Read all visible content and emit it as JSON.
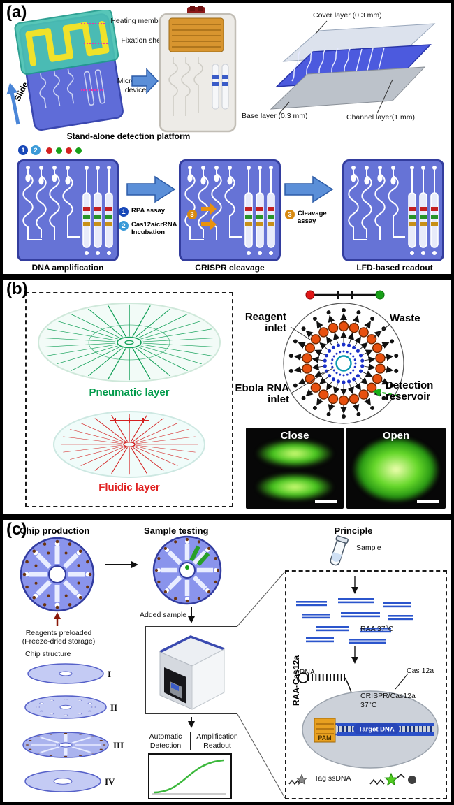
{
  "panel_a": {
    "tag": "(a)",
    "slide": "Slide",
    "heating": "Heating membrane",
    "fixation": "Fixation shell",
    "micro1": "Microfluidic",
    "micro2": "device",
    "platform": "Stand-alone detection platform",
    "cover": "Cover layer (0.3 mm)",
    "base": "Base layer (0.3 mm)",
    "channel": "Channel layer(1 mm)",
    "num1": "1",
    "num2": "2",
    "num3": "3",
    "rpa": "RPA assay",
    "cas_line1": "Cas12a/crRNA",
    "cas_line2": "Incubation",
    "cleavage_line1": "Cleavage",
    "cleavage_line2": "assay",
    "step1": "DNA amplification",
    "step2": "CRISPR cleavage",
    "step3": "LFD-based readout"
  },
  "panel_b": {
    "tag": "(b)",
    "pneumatic": "Pneumatic layer",
    "fluidic": "Fluidic layer",
    "reagent1": "Reagent",
    "reagent2": "inlet",
    "waste": "Waste",
    "ebola1": "Ebola RNA",
    "ebola2": "inlet",
    "det1": "Detection",
    "det2": "reservoir",
    "close": "Close",
    "open": "Open"
  },
  "panel_c": {
    "tag": "(c)",
    "col1": "Chip production",
    "col2": "Sample testing",
    "col3": "Principle",
    "reagents1": "Reagents preloaded",
    "reagents2": "(Freeze-dried storage)",
    "chip_structure": "Chip structure",
    "layers": [
      "I",
      "II",
      "III",
      "IV"
    ],
    "added_sample": "Added sample",
    "auto1": "Automatic",
    "auto2": "Detection",
    "amp1": "Amplification",
    "amp2": "Readout",
    "sample": "Sample",
    "raa": "RAA 37°C",
    "crispr1": "CRISPR/Cas12a",
    "crispr2": "37°C",
    "vertical": "RAA-Cas12a",
    "crrna": "crRNA",
    "cas12a": "Cas 12a",
    "target_dna": "Target DNA",
    "pam": "PAM",
    "tag_ssdna": "Tag ssDNA"
  }
}
